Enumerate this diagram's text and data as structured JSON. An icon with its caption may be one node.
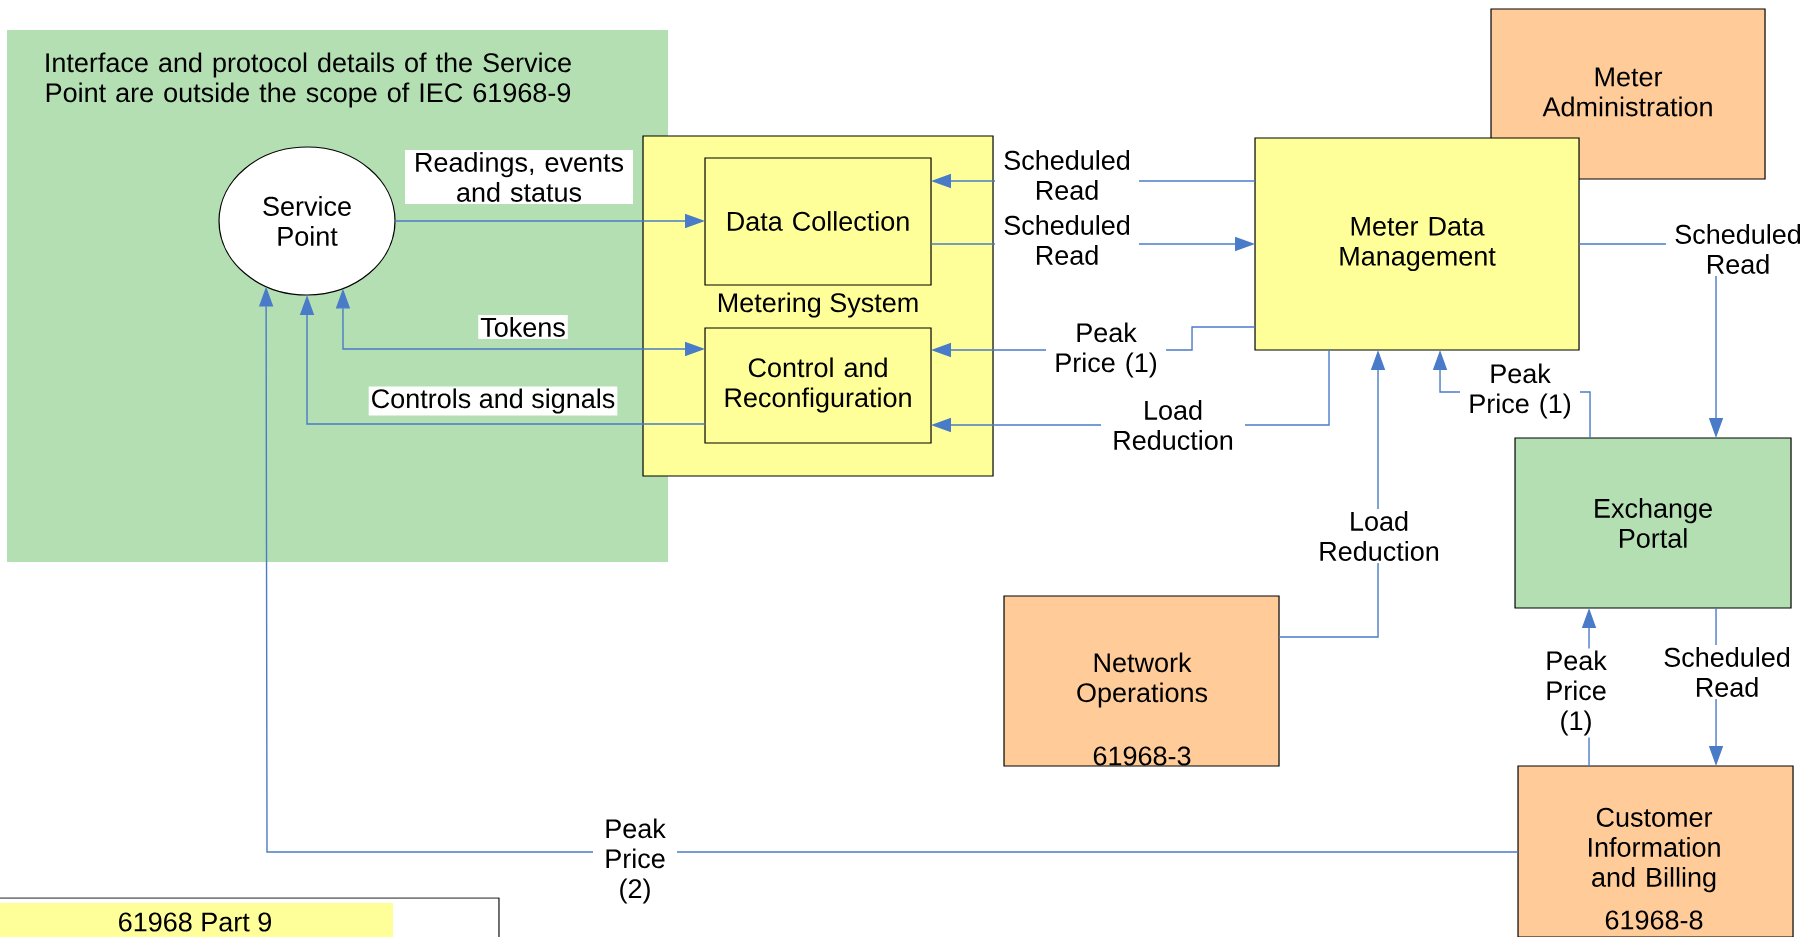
{
  "diagram": {
    "nodes": [
      {
        "text": [
          "Interface and protocol details of the Service Point are outside the scope of IEC 61968-9"
        ]
      },
      {
        "text": [
          "Service Point"
        ],
        "in": 0
      },
      {
        "text": [
          "Metering System"
        ]
      },
      {
        "text": [
          "Data Collection"
        ],
        "in": 2
      },
      {
        "text": [
          "Control and Reconfiguration"
        ],
        "in": 2
      },
      {
        "text": [
          "Meter Administration"
        ]
      },
      {
        "text": [
          "Meter Data Management"
        ]
      },
      {
        "text": [
          "Exchange Portal"
        ]
      },
      {
        "text": [
          "Network Operations",
          "61968-3"
        ]
      },
      {
        "text": [
          "Customer Information and Billing",
          "61968-8"
        ]
      }
    ],
    "edges": [
      {
        "from": 1,
        "to": 3,
        "arrow": "to",
        "label": "Readings, events and status"
      },
      {
        "from": 4,
        "to": 1,
        "arrow": "both",
        "label": "Tokens"
      },
      {
        "from": 4,
        "to": 1,
        "arrow": "to",
        "label": "Controls and signals"
      },
      {
        "from": 6,
        "to": 3,
        "arrow": "to",
        "label": "Scheduled Read"
      },
      {
        "from": 3,
        "to": 6,
        "arrow": "to",
        "label": "Scheduled Read"
      },
      {
        "from": 6,
        "to": 4,
        "arrow": "to",
        "label": "Peak Price (1)"
      },
      {
        "from": 6,
        "to": 4,
        "arrow": "to",
        "label": "Load Reduction"
      },
      {
        "from": 8,
        "to": 6,
        "arrow": "to",
        "label": "Load Reduction"
      },
      {
        "from": 7,
        "to": 6,
        "arrow": "to",
        "label": "Peak Price (1)"
      },
      {
        "from": 6,
        "to": 7,
        "arrow": "to",
        "label": "Scheduled Read"
      },
      {
        "from": 9,
        "to": 7,
        "arrow": "to",
        "label": "Peak Price (1)"
      },
      {
        "from": 7,
        "to": 9,
        "arrow": "to",
        "label": "Scheduled Read"
      },
      {
        "from": 9,
        "to": 1,
        "arrow": "to",
        "label": "Peak Price (2)"
      }
    ],
    "legend": [
      {
        "text": "61968 Part 9",
        "color": "#ffff99"
      }
    ]
  }
}
